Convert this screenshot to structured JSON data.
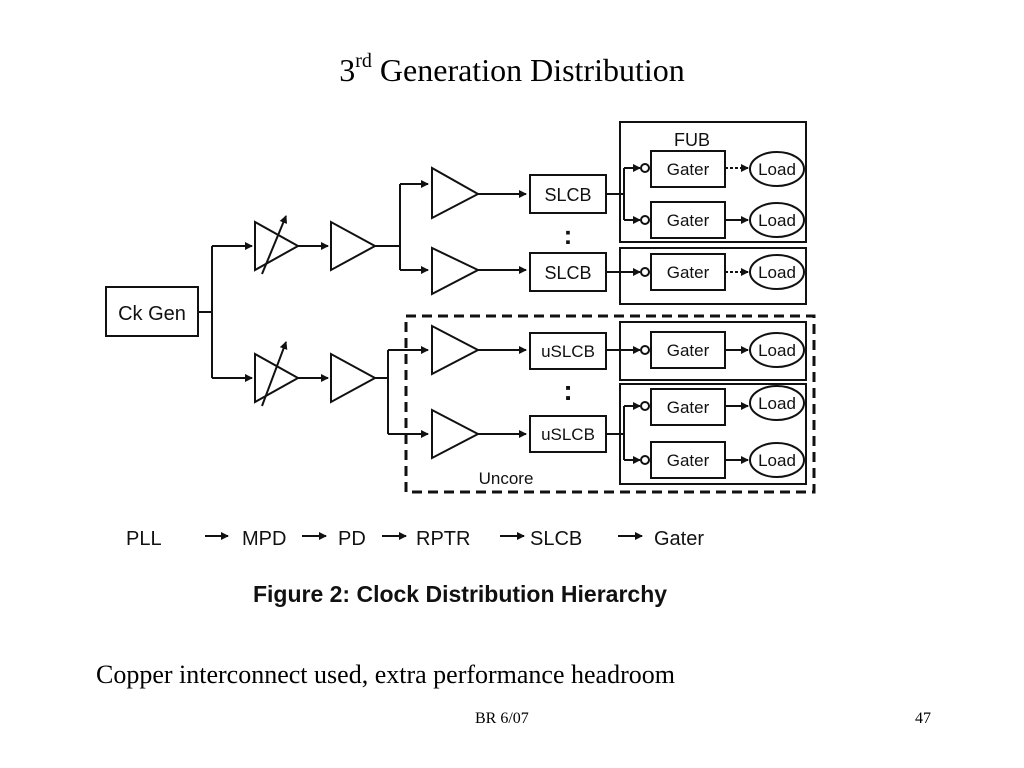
{
  "title": {
    "prefix": "3",
    "sup": "rd",
    "rest": " Generation Distribution"
  },
  "diagram": {
    "ck_gen": "Ck Gen",
    "fub_label": "FUB",
    "uncore_label": "Uncore",
    "slcb": "SLCB",
    "uslcb": "uSLCB",
    "gater": "Gater",
    "load": "Load",
    "ellipsis": ":",
    "hierarchy": [
      "PLL",
      "MPD",
      "PD",
      "RPTR",
      "SLCB",
      "Gater"
    ],
    "arrow": "→",
    "caption": "Figure 2: Clock Distribution Hierarchy"
  },
  "body_text": "Copper interconnect used, extra performance headroom",
  "footer": {
    "center": "BR 6/07",
    "page": "47"
  }
}
